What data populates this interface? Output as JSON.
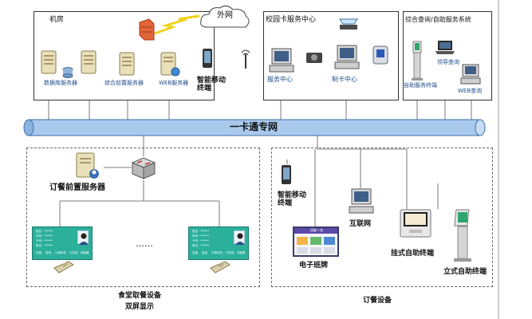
{
  "jifang": {
    "title": "机房",
    "db_server": "数据库服务器",
    "integrated_server": "综合前置服务器",
    "web_server": "WEB服务器",
    "mobile_terminal": "智能移动终端"
  },
  "internet": "外网",
  "campus_card": {
    "title": "校园卡服务中心",
    "service_center": "服务中心",
    "card_center": "制卡中心"
  },
  "query": {
    "title": "综合查询/自助服务系统",
    "self_service_terminal": "自助服务终端",
    "leader_query": "领导查询",
    "web_query": "WEB查询"
  },
  "network": "一卡通专网",
  "left_group": {
    "order_server": "订餐前置服务器",
    "ellipsis": "……",
    "caption_line1": "食堂取餐设备",
    "caption_line2": "双屏显示",
    "card_a": {
      "lines": [
        "姓名：******",
        "学号：******",
        "卡号：******",
        "单位：******"
      ],
      "btn1": "充值",
      "btn2": "查询",
      "btn3": "订单状态",
      "btn4": "已完成",
      "btn5": "待取餐"
    },
    "card_b": {
      "lines": [
        "姓名：******",
        "学号：******",
        "卡号：******",
        "单位：******"
      ],
      "btn1": "充值",
      "btn2": "查询",
      "btn3": "订单状态",
      "btn4": "已完成",
      "btn5": "待取餐"
    }
  },
  "right_group": {
    "mobile": "智能移动终端",
    "internet": "互联网",
    "board": "电子班牌",
    "board_header": "班级一览",
    "wall_kiosk": "挂式自助终端",
    "stand_kiosk": "立式自助终端",
    "caption": "订餐设备"
  },
  "colors": {
    "network_fill": "#a9c9ec",
    "network_stroke": "#3d6fa8",
    "firewall": "#e2653a",
    "card_bg": "#2bb09b",
    "server_body": "#e9dfb8"
  }
}
